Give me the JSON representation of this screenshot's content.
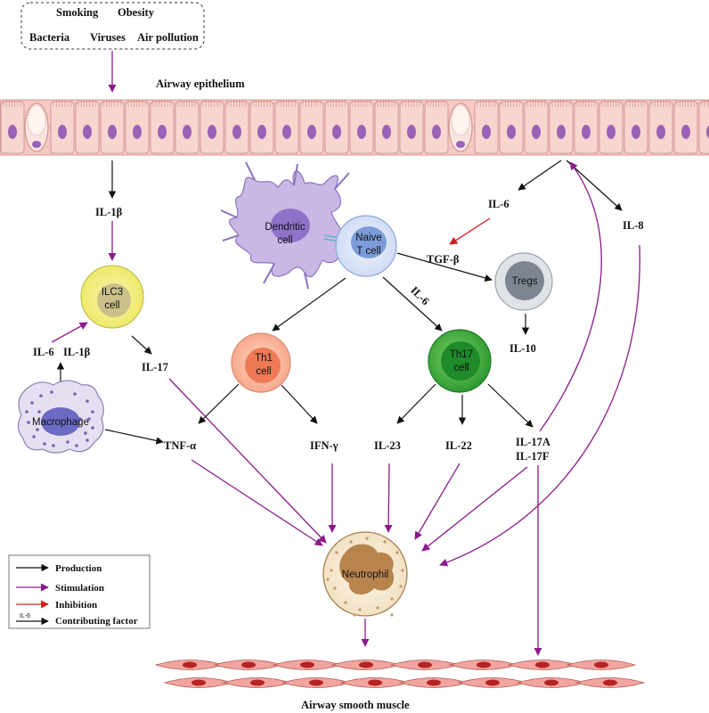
{
  "triggers": [
    "Smoking",
    "Obesity",
    "Bacteria",
    "Viruses",
    "Air pollution"
  ],
  "labels": {
    "epithelium": "Airway epithelium",
    "smooth_muscle": "Airway smooth muscle"
  },
  "cells": {
    "dendritic": [
      "Dendritic",
      "cell"
    ],
    "naive_t": [
      "Naive",
      "T cell"
    ],
    "tregs": "Tregs",
    "ilc3": [
      "ILC3",
      "cell"
    ],
    "th1": [
      "Th1",
      "cell"
    ],
    "th17": [
      "Th17",
      "cell"
    ],
    "macrophage": "Macrophage",
    "neutrophil": "Neutrophil"
  },
  "mediators": {
    "il1b_top": "IL-1β",
    "il6_top": "IL-6",
    "tgfb": "TGF-β",
    "il6_diag": "IL-6",
    "il8": "IL-8",
    "il10": "IL-10",
    "il6_left": "IL-6",
    "il1b_left": "IL-1β",
    "il17": "IL-17",
    "tnfa": "TNF-α",
    "ifng": "IFN-γ",
    "il23": "IL-23",
    "il22": "IL-22",
    "il17a": "IL-17A",
    "il17f": "IL-17F"
  },
  "legend": {
    "production": "Production",
    "stimulation": "Stimulation",
    "inhibition": "Inhibition",
    "contributing": "Contributing factor",
    "contributing_sample": "IL-6"
  },
  "colors": {
    "production": "#111111",
    "stimulation": "#8b1a8b",
    "inhibition": "#d42020"
  }
}
